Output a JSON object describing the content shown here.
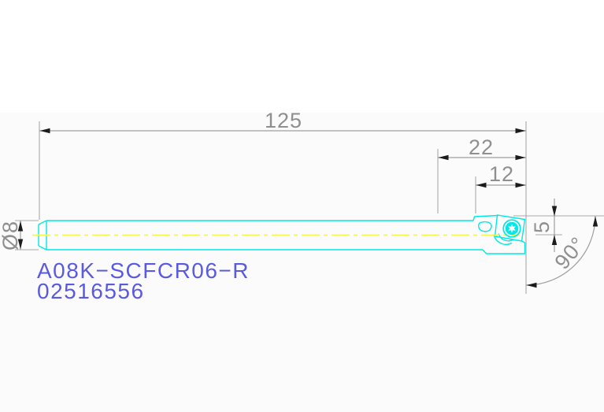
{
  "drawing": {
    "type": "technical-drawing",
    "part_label": "A08K−SCFCR06−R",
    "part_code": "02516556",
    "dimensions": {
      "overall_length": "125",
      "head_length": "22",
      "front_length": "12",
      "shank_diameter": "Ø8",
      "tip_offset": "5",
      "tip_angle": "90°"
    },
    "colors": {
      "part_outline": "#00e8e8",
      "centerline": "#f6f64e",
      "dimension_lines": "#9e9e9e",
      "dimension_text": "#8f8f8f",
      "arrowheads": "#1c1c1c",
      "label_text": "#5a5ae0",
      "background": "#ffffff"
    }
  }
}
